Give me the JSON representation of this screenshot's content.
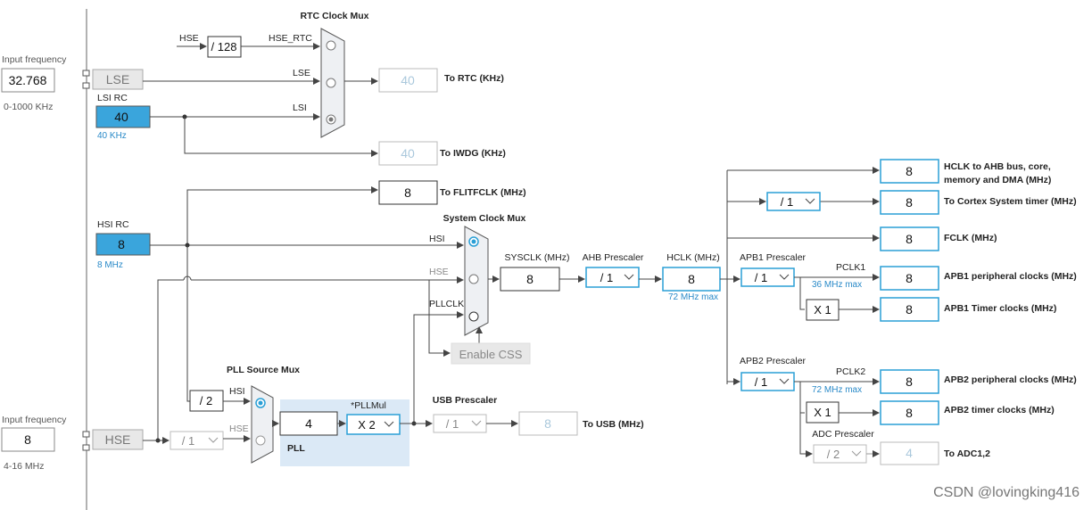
{
  "left_panel": {
    "lse_input_label": "Input frequency",
    "lse_input_value": "32.768",
    "lse_input_range": "0-1000 KHz",
    "hse_input_label": "Input frequency",
    "hse_input_value": "8",
    "hse_input_range": "4-16 MHz"
  },
  "sources": {
    "lse": "LSE",
    "lsi_title": "LSI RC",
    "lsi_value": "40",
    "lsi_freq": "40 KHz",
    "hsi_title": "HSI RC",
    "hsi_value": "8",
    "hsi_freq": "8 MHz",
    "hse": "HSE"
  },
  "rtc": {
    "title": "RTC Clock Mux",
    "hse_in": "HSE",
    "div128": "/ 128",
    "hse_rtc": "HSE_RTC",
    "lse_in": "LSE",
    "lsi_in": "LSI",
    "rtc_value": "40",
    "rtc_label": "To RTC (KHz)",
    "iwdg_value": "40",
    "iwdg_label": "To IWDG (KHz)"
  },
  "flit": {
    "value": "8",
    "label": "To FLITFCLK (MHz)"
  },
  "sysmux": {
    "title": "System Clock Mux",
    "hsi": "HSI",
    "hse": "HSE",
    "pllclk": "PLLCLK",
    "enable_css": "Enable CSS"
  },
  "sysclk": {
    "label": "SYSCLK (MHz)",
    "value": "8"
  },
  "ahb": {
    "label": "AHB Prescaler",
    "value": "/ 1"
  },
  "hclk": {
    "label": "HCLK (MHz)",
    "value": "8",
    "max": "72 MHz max"
  },
  "apb1": {
    "label": "APB1 Prescaler",
    "value": "/ 1",
    "pclk": "PCLK1",
    "max": "36 MHz max",
    "timer_mul": "X 1"
  },
  "apb2": {
    "label": "APB2 Prescaler",
    "value": "/ 1",
    "pclk": "PCLK2",
    "max": "72 MHz max",
    "timer_mul": "X 1"
  },
  "cortex_div": "/ 1",
  "adc": {
    "label": "ADC Prescaler",
    "value": "/ 2",
    "out": "4",
    "out_label": "To ADC1,2"
  },
  "outputs": {
    "hclk_line1": "HCLK to AHB bus, core,",
    "hclk_line2": "memory and DMA (MHz)",
    "hclk_val": "8",
    "cortex_label": "To Cortex System timer (MHz)",
    "cortex_val": "8",
    "fclk_label": "FCLK (MHz)",
    "fclk_val": "8",
    "apb1p_label": "APB1 peripheral clocks (MHz)",
    "apb1p_val": "8",
    "apb1t_label": "APB1 Timer clocks (MHz)",
    "apb1t_val": "8",
    "apb2p_label": "APB2 peripheral clocks (MHz)",
    "apb2p_val": "8",
    "apb2t_label": "APB2 timer clocks (MHz)",
    "apb2t_val": "8"
  },
  "pll": {
    "src_title": "PLL Source Mux",
    "hsi_div": "/ 2",
    "hsi": "HSI",
    "hse": "HSE",
    "hse_div": "/ 1",
    "value": "4",
    "mul_label": "*PLLMul",
    "mul": "X 2",
    "name": "PLL"
  },
  "usb": {
    "title": "USB Prescaler",
    "div": "/ 1",
    "value": "8",
    "label": "To USB (MHz)"
  },
  "watermark": "CSDN @lovingking416",
  "colors": {
    "accent": "#2a9fd6",
    "source_fill": "#3aa5dc",
    "pll_area": "#dbe9f6"
  }
}
